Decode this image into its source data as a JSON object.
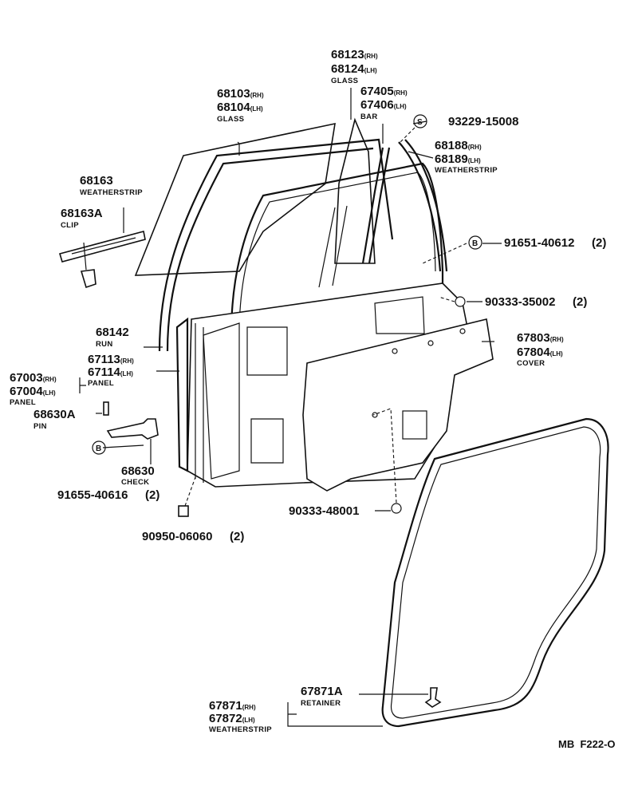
{
  "callouts": {
    "glass_front": {
      "pn1": "68103",
      "side1": "(RH)",
      "pn2": "68104",
      "side2": "(LH)",
      "desc": "GLASS"
    },
    "glass_rear": {
      "pn1": "68123",
      "side1": "(RH)",
      "pn2": "68124",
      "side2": "(LH)",
      "desc": "GLASS"
    },
    "bar": {
      "pn1": "67405",
      "side1": "(RH)",
      "pn2": "67406",
      "side2": "(LH)",
      "desc": "BAR"
    },
    "screw": {
      "mark": "S",
      "pn": "93229-15008"
    },
    "weatherstrip_upper": {
      "pn1": "68188",
      "side1": "(RH)",
      "pn2": "68189",
      "side2": "(LH)",
      "desc": "WEATHERSTRIP"
    },
    "weatherstrip_belt": {
      "pn": "68163",
      "desc": "WEATHERSTRIP"
    },
    "clip": {
      "pn": "68163A",
      "desc": "CLIP"
    },
    "bolt_upper": {
      "mark": "B",
      "pn": "91651-40612",
      "qty": "(2)"
    },
    "plug_upper": {
      "pn": "90333-35002",
      "qty": "(2)"
    },
    "run": {
      "pn": "68142",
      "desc": "RUN"
    },
    "panel_outer": {
      "pn1": "67113",
      "side1": "(RH)",
      "pn2": "67114",
      "side2": "(LH)",
      "desc": "PANEL"
    },
    "panel": {
      "pn1": "67003",
      "side1": "(RH)",
      "pn2": "67004",
      "side2": "(LH)",
      "desc": "PANEL"
    },
    "pin": {
      "pn": "68630A",
      "desc": "PIN"
    },
    "check": {
      "pn": "68630",
      "desc": "CHECK"
    },
    "bolt_lower": {
      "mark": "B",
      "pn": "91655-40616",
      "qty": "(2)"
    },
    "plug_bottom": {
      "pn": "90950-06060",
      "qty": "(2)"
    },
    "cover": {
      "pn1": "67803",
      "side1": "(RH)",
      "pn2": "67804",
      "side2": "(LH)",
      "desc": "COVER"
    },
    "plug_lower": {
      "pn": "90333-48001"
    },
    "retainer": {
      "pn": "67871A",
      "desc": "RETAINER"
    },
    "weatherstrip_door": {
      "pn1": "67871",
      "side1": "(RH)",
      "pn2": "67872",
      "side2": "(LH)",
      "desc": "WEATHERSTRIP"
    }
  },
  "figure_code": "MB  F222-O"
}
